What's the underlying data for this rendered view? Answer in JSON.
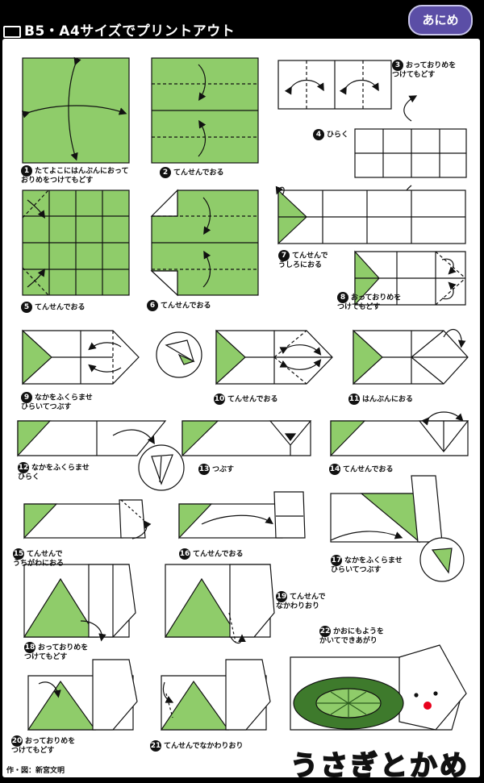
{
  "header": {
    "print_label": "B5・A4サイズでプリントアウト",
    "badge_label": "あにめ"
  },
  "steps": [
    {
      "n": "1",
      "text": "たてよこにはんぶんにおって\nおりめをつけてもどす"
    },
    {
      "n": "2",
      "text": "てんせんでおる"
    },
    {
      "n": "3",
      "text": "おっておりめを\nつけてもどす"
    },
    {
      "n": "4",
      "text": "ひらく"
    },
    {
      "n": "5",
      "text": "てんせんでおる"
    },
    {
      "n": "6",
      "text": "てんせんでおる"
    },
    {
      "n": "7",
      "text": "てんせんで\nうしろにおる"
    },
    {
      "n": "8",
      "text": "おっておりめを\nつけてもどす"
    },
    {
      "n": "9",
      "text": "なかをふくらませ\nひらいてつぶす"
    },
    {
      "n": "10",
      "text": "てんせんでおる"
    },
    {
      "n": "11",
      "text": "はんぶんにおる"
    },
    {
      "n": "12",
      "text": "なかをふくらませ\nひらく"
    },
    {
      "n": "13",
      "text": "つぶす"
    },
    {
      "n": "14",
      "text": "てんせんでおる"
    },
    {
      "n": "15",
      "text": "てんせんで\nうちがわにおる"
    },
    {
      "n": "16",
      "text": "てんせんでおる"
    },
    {
      "n": "17",
      "text": "なかをふくらませ\nひらいてつぶす"
    },
    {
      "n": "18",
      "text": "おっておりめを\nつけてもどす"
    },
    {
      "n": "19",
      "text": "てんせんで\nなかわりおり"
    },
    {
      "n": "20",
      "text": "おっておりめを\nつけてもどす"
    },
    {
      "n": "21",
      "text": "てんせんでなかわりおり"
    },
    {
      "n": "22",
      "text": "かおにもようを\nかいてできあがり"
    }
  ],
  "final_title": "うさぎとかめ",
  "credit": "作・図：新宮文明",
  "colors": {
    "green": "#8fcc6a",
    "dark_green": "#3e7a2c",
    "badge": "#5b4ea6",
    "face_red": "#e8001c"
  }
}
